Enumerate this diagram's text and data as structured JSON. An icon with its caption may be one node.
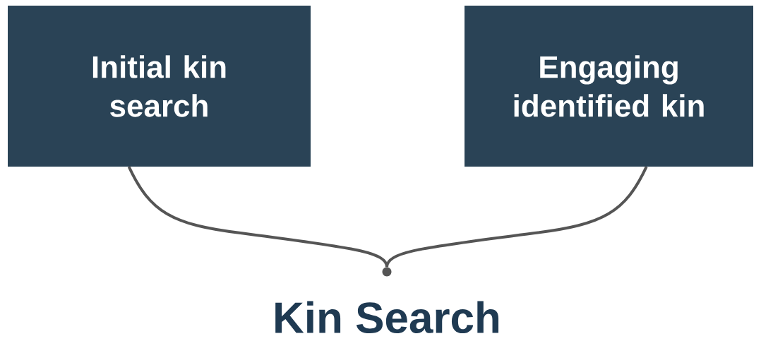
{
  "diagram": {
    "nodes": [
      {
        "text": [
          "Initial kin search"
        ]
      },
      {
        "text": [
          "Engaging identified kin"
        ]
      },
      {
        "text": [],
        "shape": "circle",
        "beside": [
          "Kin Search"
        ]
      }
    ],
    "edges": [
      {
        "from": 0,
        "to": 2,
        "arrow": "none"
      },
      {
        "from": 1,
        "to": 2,
        "arrow": "none"
      }
    ]
  }
}
